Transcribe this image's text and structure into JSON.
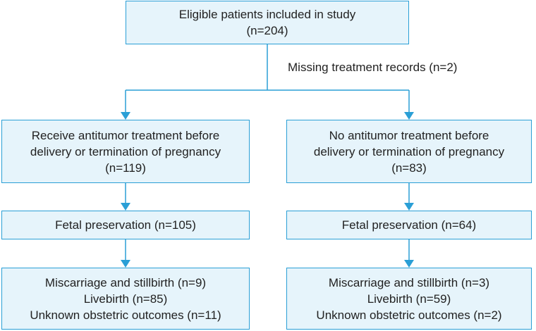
{
  "flow": {
    "top": {
      "line1": "Eligible patients included in study",
      "line2": "(n=204)"
    },
    "excluded": "Missing treatment records (n=2)",
    "left": {
      "group": {
        "line1": "Receive antitumor treatment before",
        "line2": "delivery or termination of pregnancy",
        "line3": "(n=119)"
      },
      "preservation": "Fetal preservation (n=105)",
      "outcomes": {
        "line1": "Miscarriage and stillbirth (n=9)",
        "line2": "Livebirth (n=85)",
        "line3": "Unknown obstetric outcomes (n=11)"
      }
    },
    "right": {
      "group": {
        "line1": "No antitumor treatment before",
        "line2": "delivery or termination of pregnancy",
        "line3": "(n=83)"
      },
      "preservation": "Fetal preservation (n=64)",
      "outcomes": {
        "line1": "Miscarriage and stillbirth (n=3)",
        "line2": "Livebirth (n=59)",
        "line3": "Unknown obstetric outcomes (n=2)"
      }
    }
  },
  "colors": {
    "box_fill": "#e6f4fb",
    "box_border": "#2a9fd6",
    "connector": "#2a9fd6"
  }
}
